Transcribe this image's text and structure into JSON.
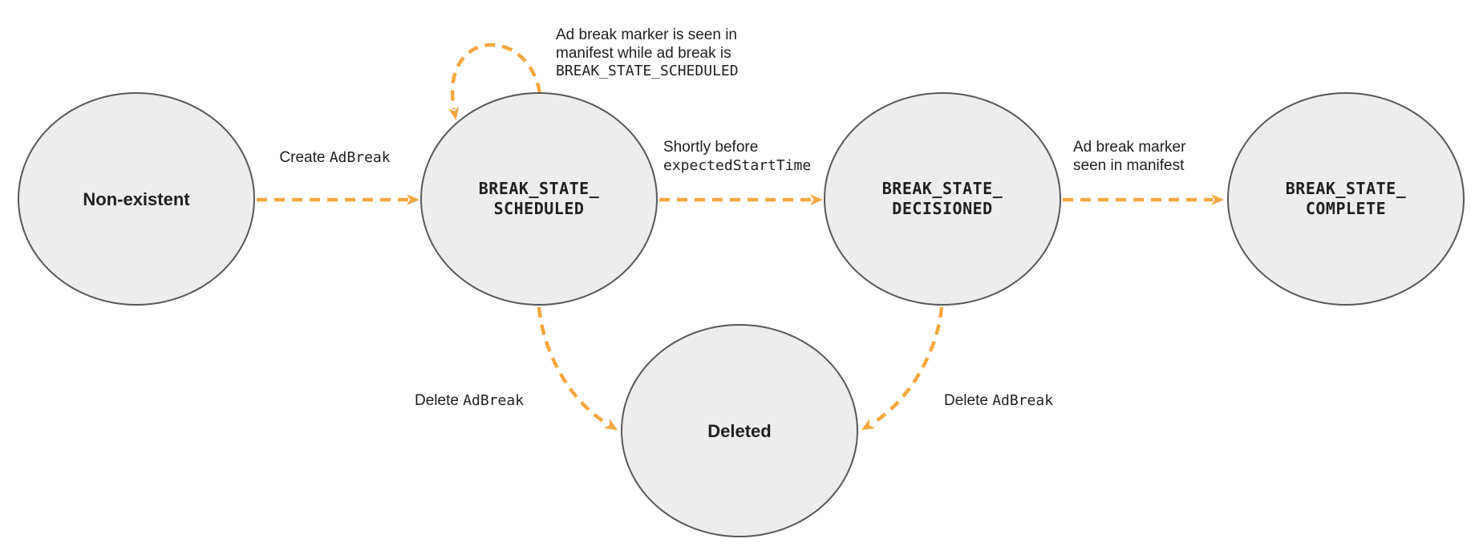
{
  "diagram": {
    "type": "state-transition-diagram",
    "title": "Ad break lifecycle states",
    "colors": {
      "arrow": "#F7A740",
      "node_fill": "#EDEDED",
      "node_border": "#58585A",
      "text": "#1F1F1F"
    },
    "nodes": [
      {
        "id": "non-existent",
        "label": "Non-existent"
      },
      {
        "id": "break-state-scheduled",
        "line1": "BREAK_STATE_",
        "line2": "SCHEDULED"
      },
      {
        "id": "break-state-decisioned",
        "line1": "BREAK_STATE_",
        "line2": "DECISIONED"
      },
      {
        "id": "break-state-complete",
        "line1": "BREAK_STATE_",
        "line2": "COMPLETE"
      },
      {
        "id": "deleted",
        "label": "Deleted"
      }
    ],
    "edges": {
      "create": {
        "from": "non-existent",
        "to": "break-state-scheduled",
        "label_plain": "Create ",
        "label_code": "AdBreak"
      },
      "self_loop": {
        "from": "break-state-scheduled",
        "to": "break-state-scheduled",
        "line1": "Ad break marker is seen in",
        "line2": "manifest while ad break is",
        "line3_code": "BREAK_STATE_SCHEDULED"
      },
      "decision": {
        "from": "break-state-scheduled",
        "to": "break-state-decisioned",
        "line1": "Shortly before",
        "line2_code": "expectedStartTime"
      },
      "complete": {
        "from": "break-state-decisioned",
        "to": "break-state-complete",
        "line1": "Ad break marker",
        "line2": "seen in manifest"
      },
      "delete_scheduled": {
        "from": "break-state-scheduled",
        "to": "deleted",
        "label_plain": "Delete ",
        "label_code": "AdBreak"
      },
      "delete_decisioned": {
        "from": "break-state-decisioned",
        "to": "deleted",
        "label_plain": "Delete ",
        "label_code": "AdBreak"
      }
    }
  }
}
